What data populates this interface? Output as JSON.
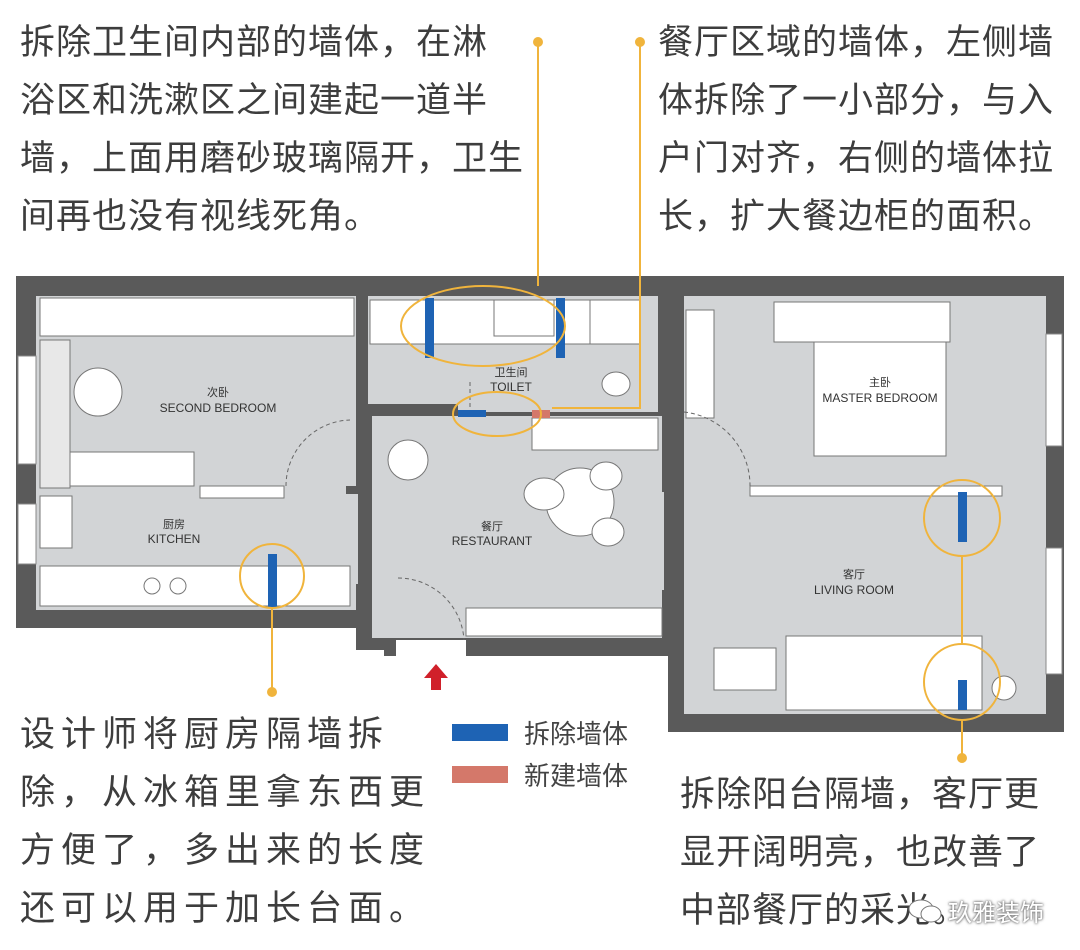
{
  "notes": {
    "top_left": [
      "拆除卫生间内部的墙体，在淋",
      "浴区和洗漱区之间建起一道半",
      "墙，上面用磨砂玻璃隔开，卫生",
      "间再也没有视线死角。"
    ],
    "top_right": [
      "餐厅区域的墙体，左侧墙",
      "体拆除了一小部分，与入",
      "户门对齐，右侧的墙体拉",
      "长，扩大餐边柜的面积。"
    ],
    "bottom_left": [
      "设计师将厨房隔墙拆",
      "除，从冰箱里拿东西更",
      "方便了，多出来的长度",
      "还可以用于加长台面。"
    ],
    "bottom_right": [
      "拆除阳台隔墙，客厅更",
      "显开阔明亮，也改善了",
      "中部餐厅的采光。"
    ]
  },
  "legend": [
    {
      "label": "拆除墙体",
      "color": "#1e63b4"
    },
    {
      "label": "新建墙体",
      "color": "#d4786a"
    }
  ],
  "rooms": {
    "second_bedroom": {
      "cn": "次卧",
      "en": "SECOND BEDROOM"
    },
    "toilet": {
      "cn": "卫生间",
      "en": "TOILET"
    },
    "master_bedroom": {
      "cn": "主卧",
      "en": "MASTER BEDROOM"
    },
    "kitchen": {
      "cn": "厨房",
      "en": "KITCHEN"
    },
    "restaurant": {
      "cn": "餐厅",
      "en": "RESTAURANT"
    },
    "living_room": {
      "cn": "客厅",
      "en": "LIVING ROOM"
    }
  },
  "colors": {
    "wall": "#5a5a5a",
    "floor": "#d2d4d6",
    "callout": "#f0b43c",
    "demolished": "#1e63b4",
    "new_wall": "#d4786a",
    "entrance_arrow": "#d0202a"
  },
  "watermark": "玖雅装饰"
}
